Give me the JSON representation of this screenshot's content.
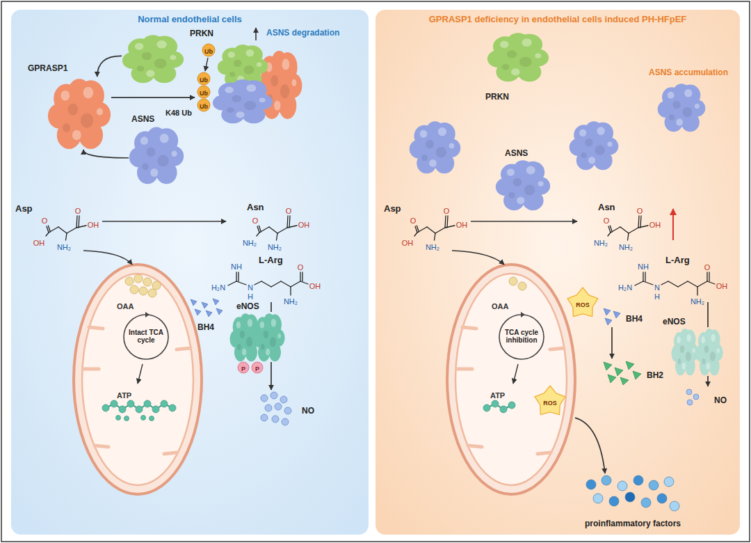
{
  "diagram": {
    "nodes": [
      {
        "text": [
          "Normal endothelial cells"
        ]
      },
      {
        "text": [
          "PRKN"
        ],
        "in": 0
      },
      {
        "text": [
          "GPRASP1"
        ],
        "in": 0
      },
      {
        "text": [
          "ASNS"
        ],
        "in": 0
      },
      {
        "text": [
          "K48 Ub"
        ],
        "in": 0
      },
      {
        "text": [
          "Asp"
        ],
        "in": 0
      },
      {
        "text": [
          "Asn"
        ],
        "in": 0
      },
      {
        "text": [
          "OAA",
          "ATP"
        ],
        "in": 0
      },
      {
        "text": [
          "Intact TCA cycle"
        ],
        "in": 7
      },
      {
        "text": [
          "L-Arg"
        ],
        "in": 0
      },
      {
        "text": [
          "eNOS"
        ],
        "in": 0
      },
      {
        "text": [
          "NO"
        ],
        "in": 0
      },
      {
        "text": [
          "BH4"
        ],
        "in": 0
      },
      {
        "text": [
          "GPRASP1 deficiency in endothelial cells induced PH-HFpEF"
        ]
      },
      {
        "text": [
          "PRKN"
        ],
        "in": 13
      },
      {
        "text": [
          "ASNS"
        ],
        "in": 13
      },
      {
        "text": [
          "Asp"
        ],
        "in": 13
      },
      {
        "text": [
          "Asn"
        ],
        "in": 13
      },
      {
        "text": [
          "OAA",
          "ATP"
        ],
        "in": 13
      },
      {
        "text": [
          "TCA cycle inhibition"
        ],
        "in": 18
      },
      {
        "text": [
          "L-Arg"
        ],
        "in": 13
      },
      {
        "text": [
          "eNOS"
        ],
        "in": 13
      },
      {
        "text": [
          "NO"
        ],
        "in": 13
      },
      {
        "text": [
          "BH4"
        ],
        "in": 13
      },
      {
        "text": [
          "BH2"
        ],
        "in": 13
      },
      {
        "text": [
          "proinflammatory factors"
        ],
        "in": 13
      }
    ],
    "edges": [
      {
        "from": 1,
        "to": 2,
        "arrow": "to"
      },
      {
        "from": 3,
        "to": 2,
        "arrow": "to"
      },
      {
        "from": 2,
        "to": 4,
        "arrow": "to"
      },
      {
        "from": 5,
        "to": 6,
        "arrow": "to"
      },
      {
        "from": 5,
        "to": 7,
        "arrow": "to"
      },
      {
        "from": 9,
        "to": 10,
        "arrow": "none"
      },
      {
        "from": 10,
        "to": 11,
        "arrow": "to"
      },
      {
        "from": 16,
        "to": 17,
        "arrow": "to"
      },
      {
        "from": 16,
        "to": 18,
        "arrow": "to"
      },
      {
        "from": 20,
        "to": 21,
        "arrow": "none"
      },
      {
        "from": 21,
        "to": 22,
        "arrow": "to"
      },
      {
        "from": 23,
        "to": 24,
        "arrow": "to"
      },
      {
        "from": 18,
        "to": 25,
        "arrow": "to"
      }
    ],
    "labels": [
      "ASNS degradation",
      "Ub",
      "Ub",
      "Ub",
      "Ub",
      "O",
      "OH",
      "O",
      "OH",
      "NH₂",
      "O",
      "NH₂",
      "O",
      "OH",
      "NH₂",
      "H₂N",
      "NH",
      "N",
      "H",
      "NH₂",
      "O",
      "OH",
      "P",
      "P",
      "ASNS accumulation",
      "O",
      "OH",
      "O",
      "OH",
      "NH₂",
      "O",
      "NH₂",
      "O",
      "OH",
      "NH₂",
      "H₂N",
      "NH",
      "N",
      "H",
      "NH₂",
      "O",
      "OH",
      "ROS",
      "ROS"
    ]
  }
}
